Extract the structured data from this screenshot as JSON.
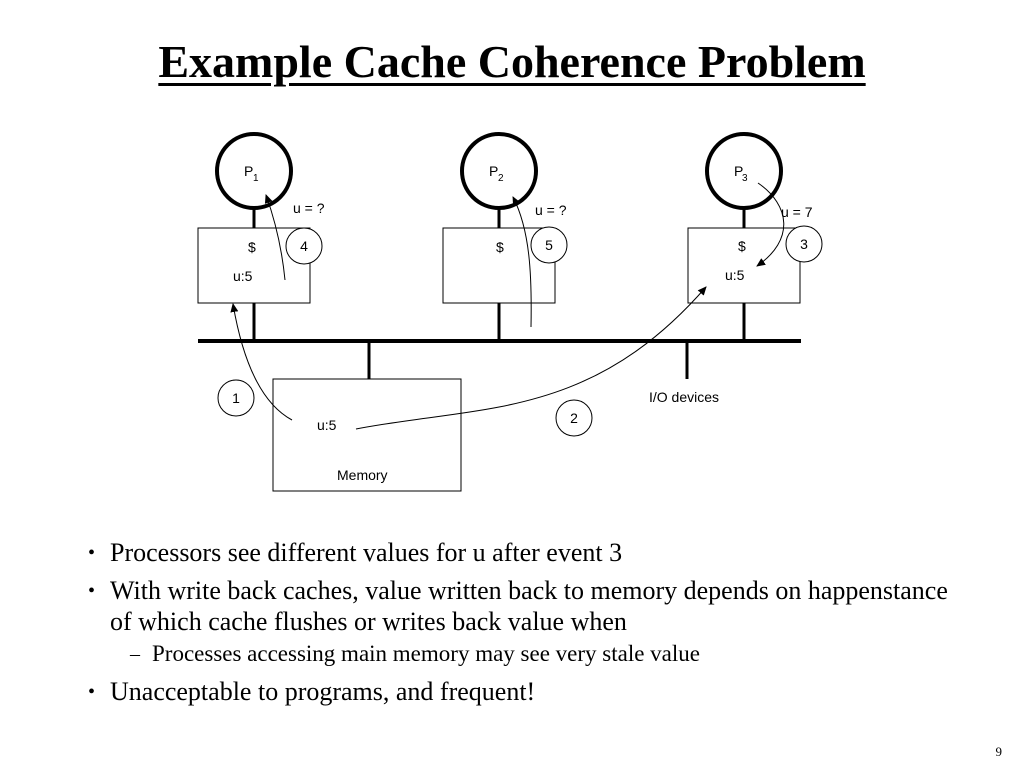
{
  "slide": {
    "title": "Example Cache Coherence Problem",
    "page_number": "9"
  },
  "diagram": {
    "processors": [
      {
        "label": "P",
        "sub": "1",
        "observation": "u = ?",
        "cache_label": "$",
        "cache_value": "u:5",
        "event": "4"
      },
      {
        "label": "P",
        "sub": "2",
        "observation": "u = ?",
        "cache_label": "$",
        "cache_value": "",
        "event": "5"
      },
      {
        "label": "P",
        "sub": "3",
        "observation": "u = 7",
        "cache_label": "$",
        "cache_value": "u:5",
        "event": "3"
      }
    ],
    "memory": {
      "label": "Memory",
      "value": "u:5"
    },
    "io_label": "I/O devices",
    "events": {
      "e1": "1",
      "e2": "2"
    }
  },
  "bullets": [
    {
      "marker": "•",
      "text": "Processors see different values for u after event 3",
      "level": 1
    },
    {
      "marker": "•",
      "text": "With write back caches, value written back to memory depends on happenstance of which cache flushes or writes back value when",
      "level": 1
    },
    {
      "marker": "–",
      "text": "Processes accessing main memory may see very stale value",
      "level": 2
    },
    {
      "marker": "•",
      "text": "Unacceptable to programs, and frequent!",
      "level": 1
    }
  ]
}
